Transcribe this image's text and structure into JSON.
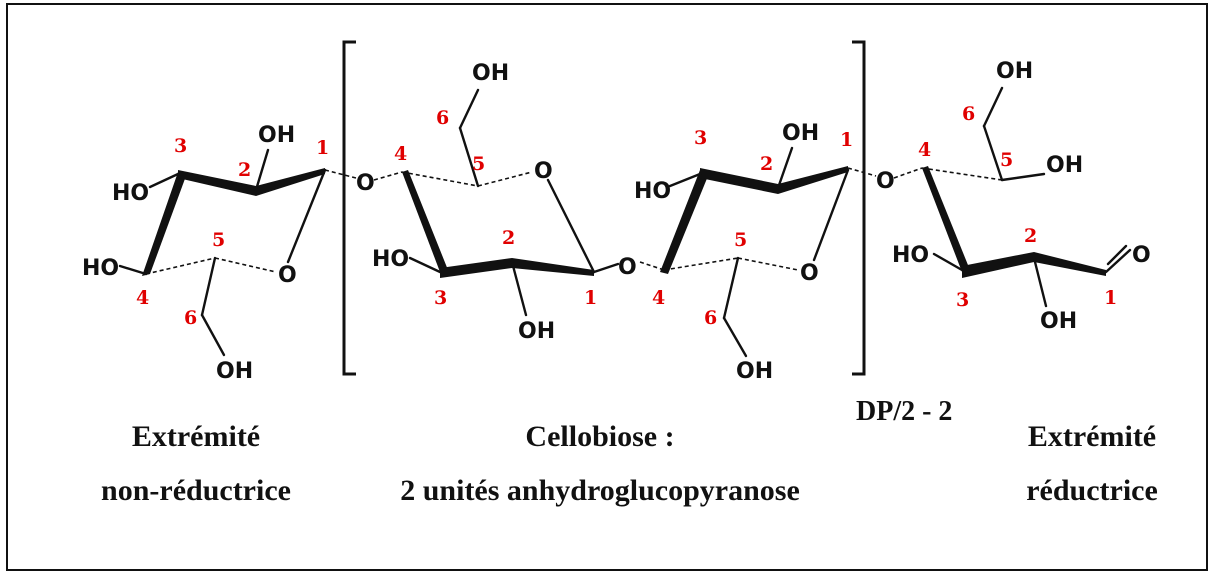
{
  "labels": {
    "oh": "OH",
    "ho": "HO",
    "o": "O"
  },
  "numbers": {
    "n1": "1",
    "n2": "2",
    "n3": "3",
    "n4": "4",
    "n5": "5",
    "n6": "6"
  },
  "repeat_label": "DP/2 - 2",
  "captions": {
    "left_line1": "Extrémité",
    "left_line2": "non-réductrice",
    "center_line1": "Cellobiose :",
    "center_line2": "2 unités anhydroglucopyranose",
    "right_line1": "Extrémité",
    "right_line2": "réductrice"
  },
  "colors": {
    "ink": "#111111",
    "numbering": "#e00000"
  }
}
